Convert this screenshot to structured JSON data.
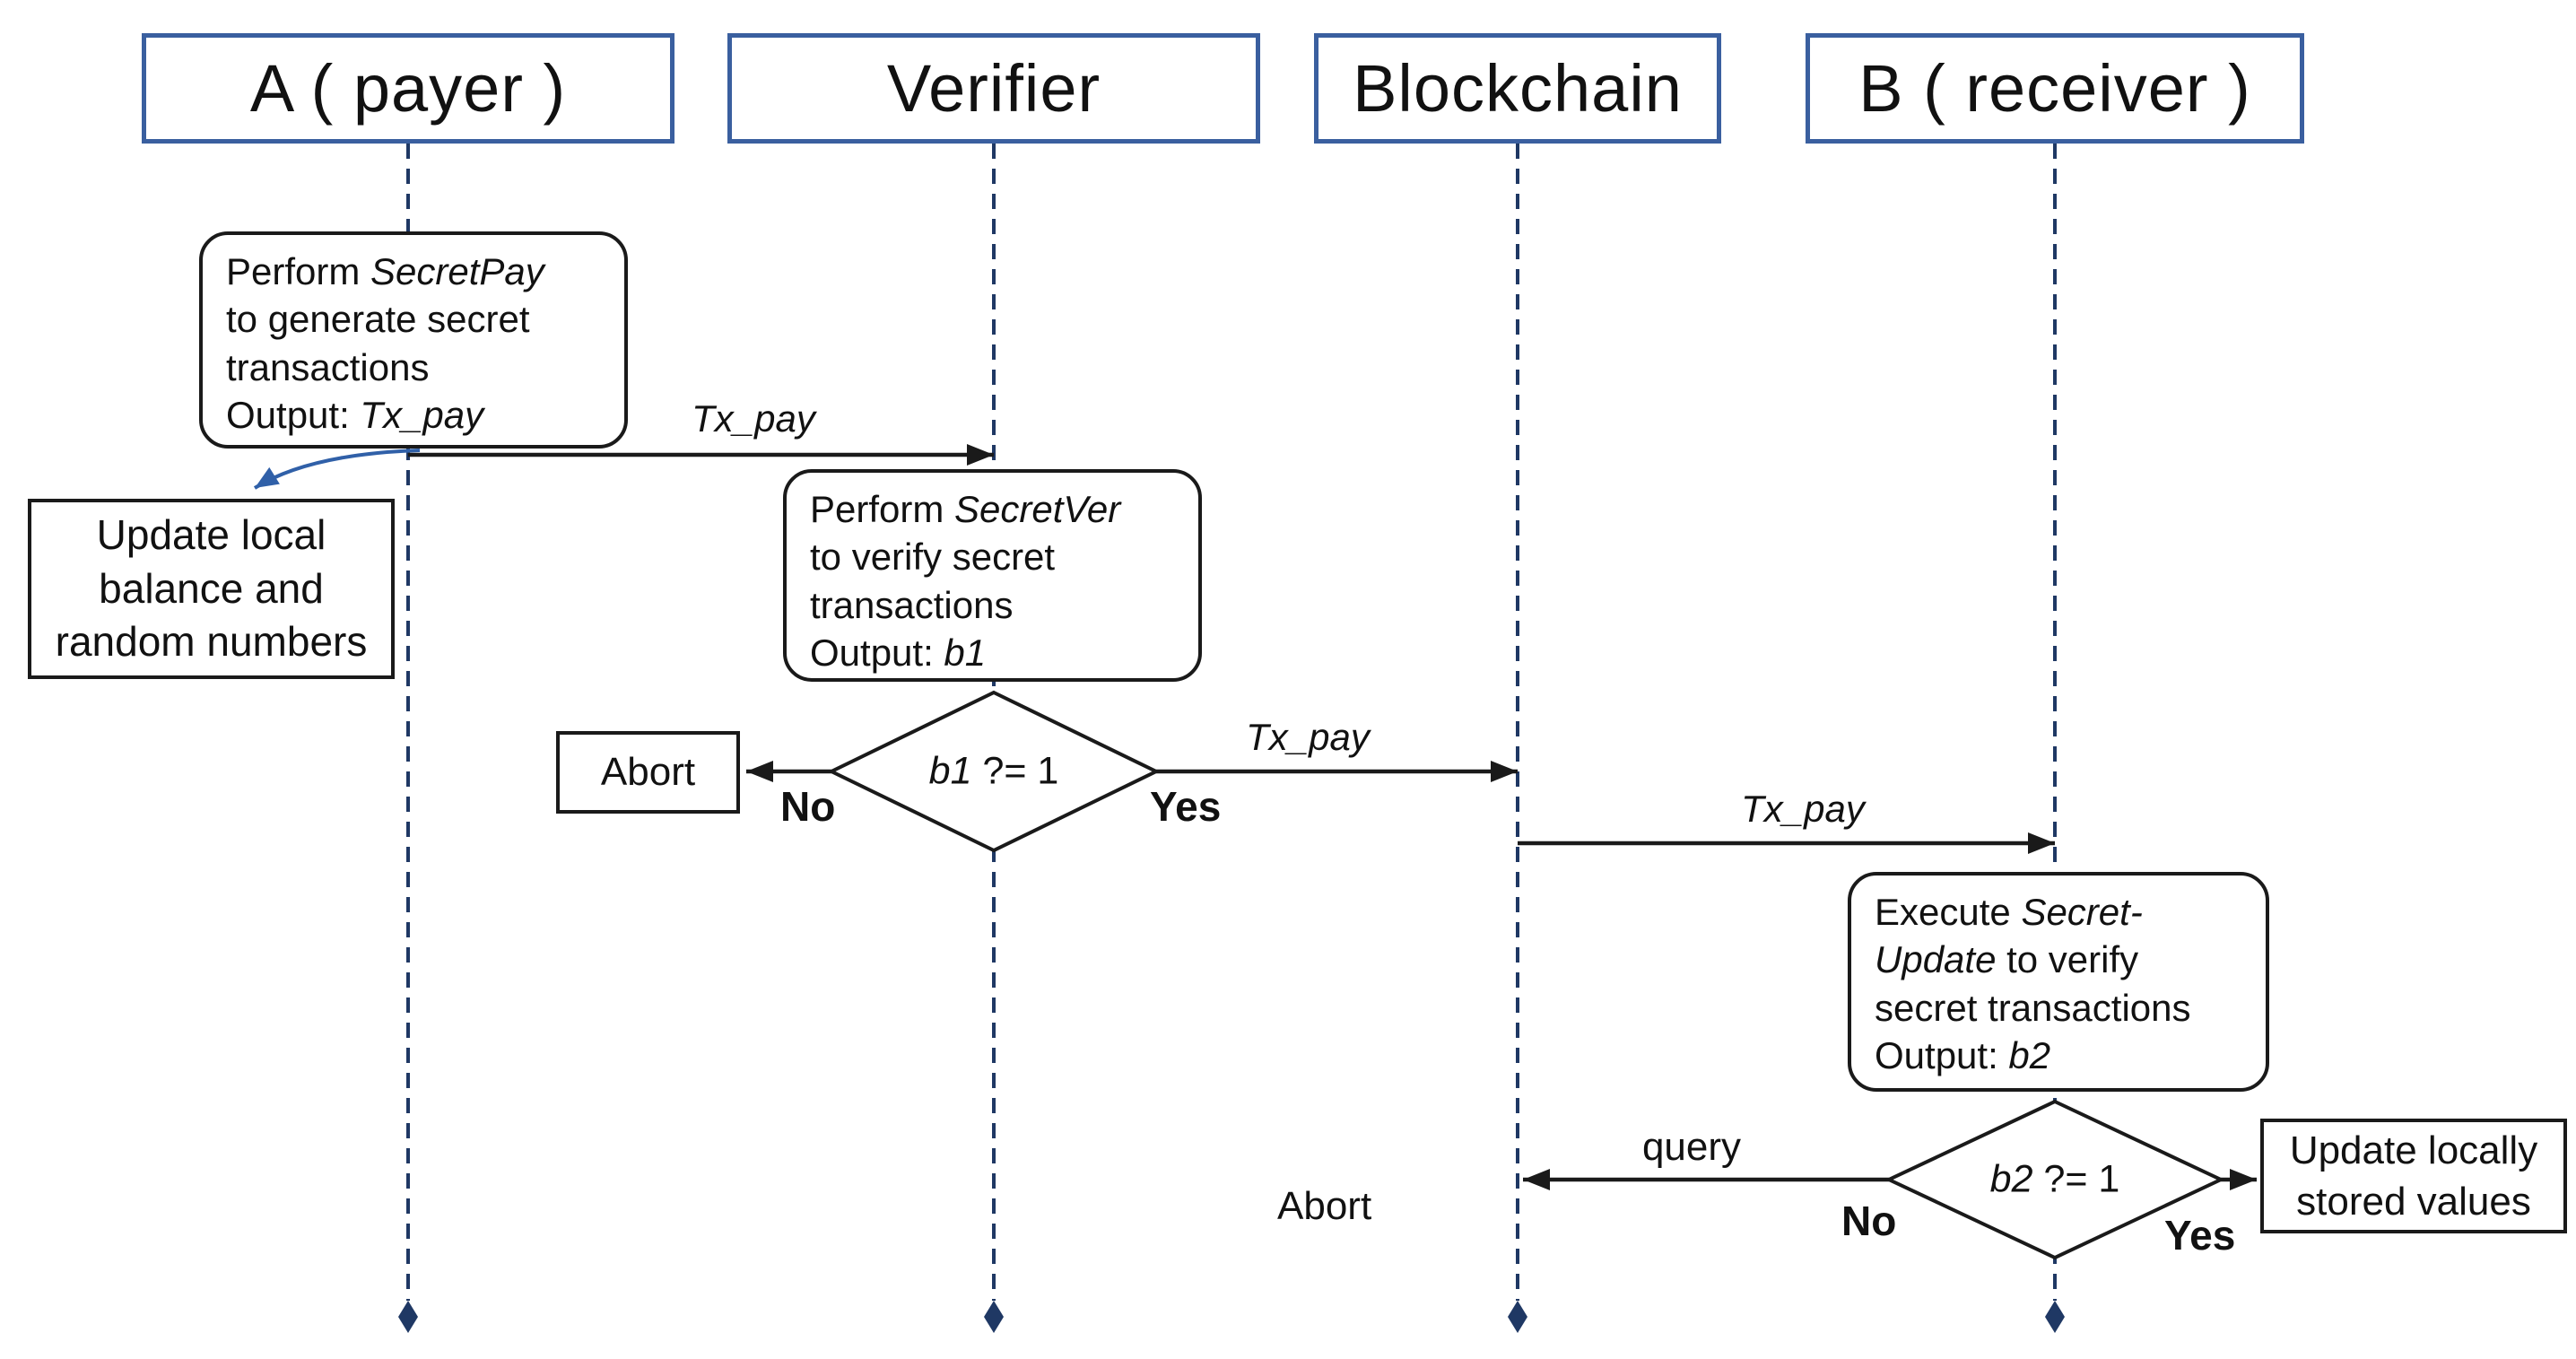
{
  "colors": {
    "accent": "#3a5f9f",
    "lifeline": "#1f3864",
    "ink": "#1a1a1a",
    "link": "#3060a8"
  },
  "actors": [
    {
      "label": "A ( payer )"
    },
    {
      "label": "Verifier"
    },
    {
      "label": "Blockchain"
    },
    {
      "label": "B ( receiver )"
    }
  ],
  "notes": {
    "secret_pay": [
      {
        "t": "Perform "
      },
      {
        "t": "SecretPay",
        "i": true
      },
      {
        "t": "\nto generate secret\ntransactions\nOutput: "
      },
      {
        "t": "Tx_pay",
        "i": true
      }
    ],
    "secret_ver": [
      {
        "t": "Perform "
      },
      {
        "t": "SecretVer",
        "i": true
      },
      {
        "t": "\nto verify secret\ntransactions\nOutput: "
      },
      {
        "t": "b1",
        "i": true
      }
    ],
    "secret_update": [
      {
        "t": "Execute "
      },
      {
        "t": "Secret-",
        "i": true
      },
      {
        "t": "\n"
      },
      {
        "t": "Update",
        "i": true
      },
      {
        "t": " to verify\nsecret transactions\nOutput: "
      },
      {
        "t": "b2",
        "i": true
      }
    ]
  },
  "boxes": {
    "update_local": "Update local\nbalance and\nrandom numbers",
    "abort": "Abort",
    "update_stored": "Update locally\nstored values"
  },
  "messages": {
    "tx_pay_1": "Tx_pay",
    "tx_pay_2": "Tx_pay",
    "tx_pay_3": "Tx_pay",
    "query": "query",
    "abort_text": "Abort"
  },
  "decisions": {
    "b1": [
      {
        "t": "b1",
        "i": true
      },
      {
        "t": " ?= 1"
      }
    ],
    "b2": [
      {
        "t": "b2",
        "i": true
      },
      {
        "t": " ?= 1"
      }
    ]
  },
  "branches": {
    "no": "No",
    "yes": "Yes"
  }
}
